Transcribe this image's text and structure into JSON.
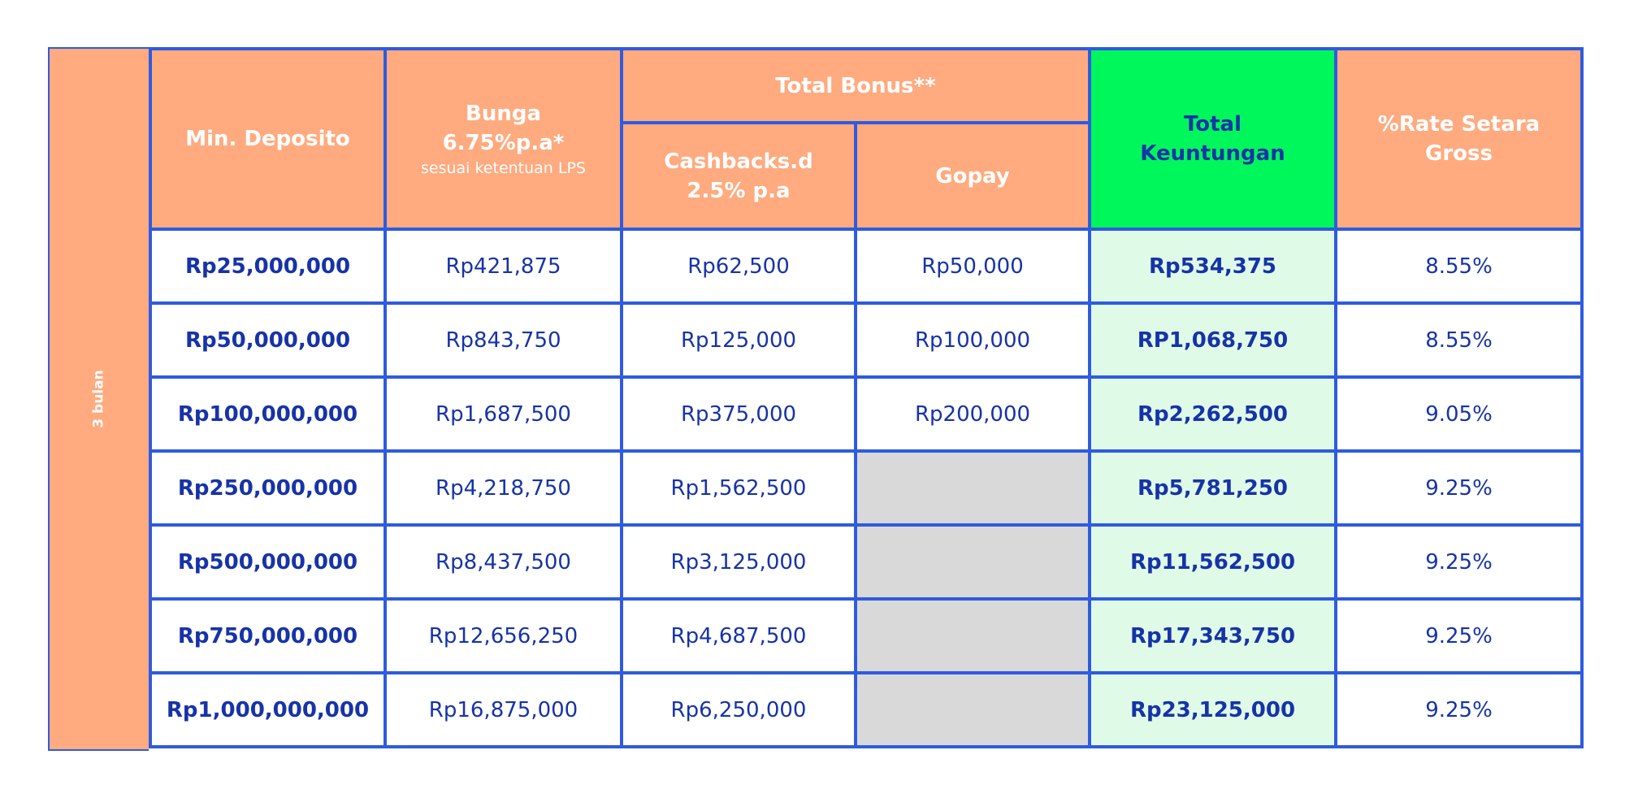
{
  "tenor_label": "3 bulan",
  "headers": {
    "min_deposito": "Min. Deposito",
    "bunga": "Bunga",
    "bunga_rate": "6.75%p.a*",
    "bunga_note": "sesuai ketentuan LPS",
    "total_bonus": "Total Bonus**",
    "cashback_line1": "Cashbacks.d",
    "cashback_line2": "2.5% p.a",
    "gopay": "Gopay",
    "total_keuntungan_line1": "Total",
    "total_keuntungan_line2": "Keuntungan",
    "rate_line1": "%Rate Setara",
    "rate_line2": "Gross"
  },
  "rows": [
    {
      "min": "Rp25,000,000",
      "bunga": "Rp421,875",
      "cashback": "Rp62,500",
      "gopay": "Rp50,000",
      "total": "Rp534,375",
      "rate": "8.55%"
    },
    {
      "min": "Rp50,000,000",
      "bunga": "Rp843,750",
      "cashback": "Rp125,000",
      "gopay": "Rp100,000",
      "total": "RP1,068,750",
      "rate": "8.55%"
    },
    {
      "min": "Rp100,000,000",
      "bunga": "Rp1,687,500",
      "cashback": "Rp375,000",
      "gopay": "Rp200,000",
      "total": "Rp2,262,500",
      "rate": "9.05%"
    },
    {
      "min": "Rp250,000,000",
      "bunga": "Rp4,218,750",
      "cashback": "Rp1,562,500",
      "gopay": "",
      "total": "Rp5,781,250",
      "rate": "9.25%"
    },
    {
      "min": "Rp500,000,000",
      "bunga": "Rp8,437,500",
      "cashback": "Rp3,125,000",
      "gopay": "",
      "total": "Rp11,562,500",
      "rate": "9.25%"
    },
    {
      "min": "Rp750,000,000",
      "bunga": "Rp12,656,250",
      "cashback": "Rp4,687,500",
      "gopay": "",
      "total": "Rp17,343,750",
      "rate": "9.25%"
    },
    {
      "min": "Rp1,000,000,000",
      "bunga": "Rp16,875,000",
      "cashback": "Rp6,250,000",
      "gopay": "",
      "total": "Rp23,125,000",
      "rate": "9.25%"
    }
  ],
  "colors": {
    "header_bg": "#FFAA7F",
    "total_header_bg": "#00F75C",
    "total_cell_bg": "#DFFBE8",
    "empty_cell_bg": "#D9D9D9",
    "border": "#2E5BE0",
    "text": "#1733A8"
  }
}
